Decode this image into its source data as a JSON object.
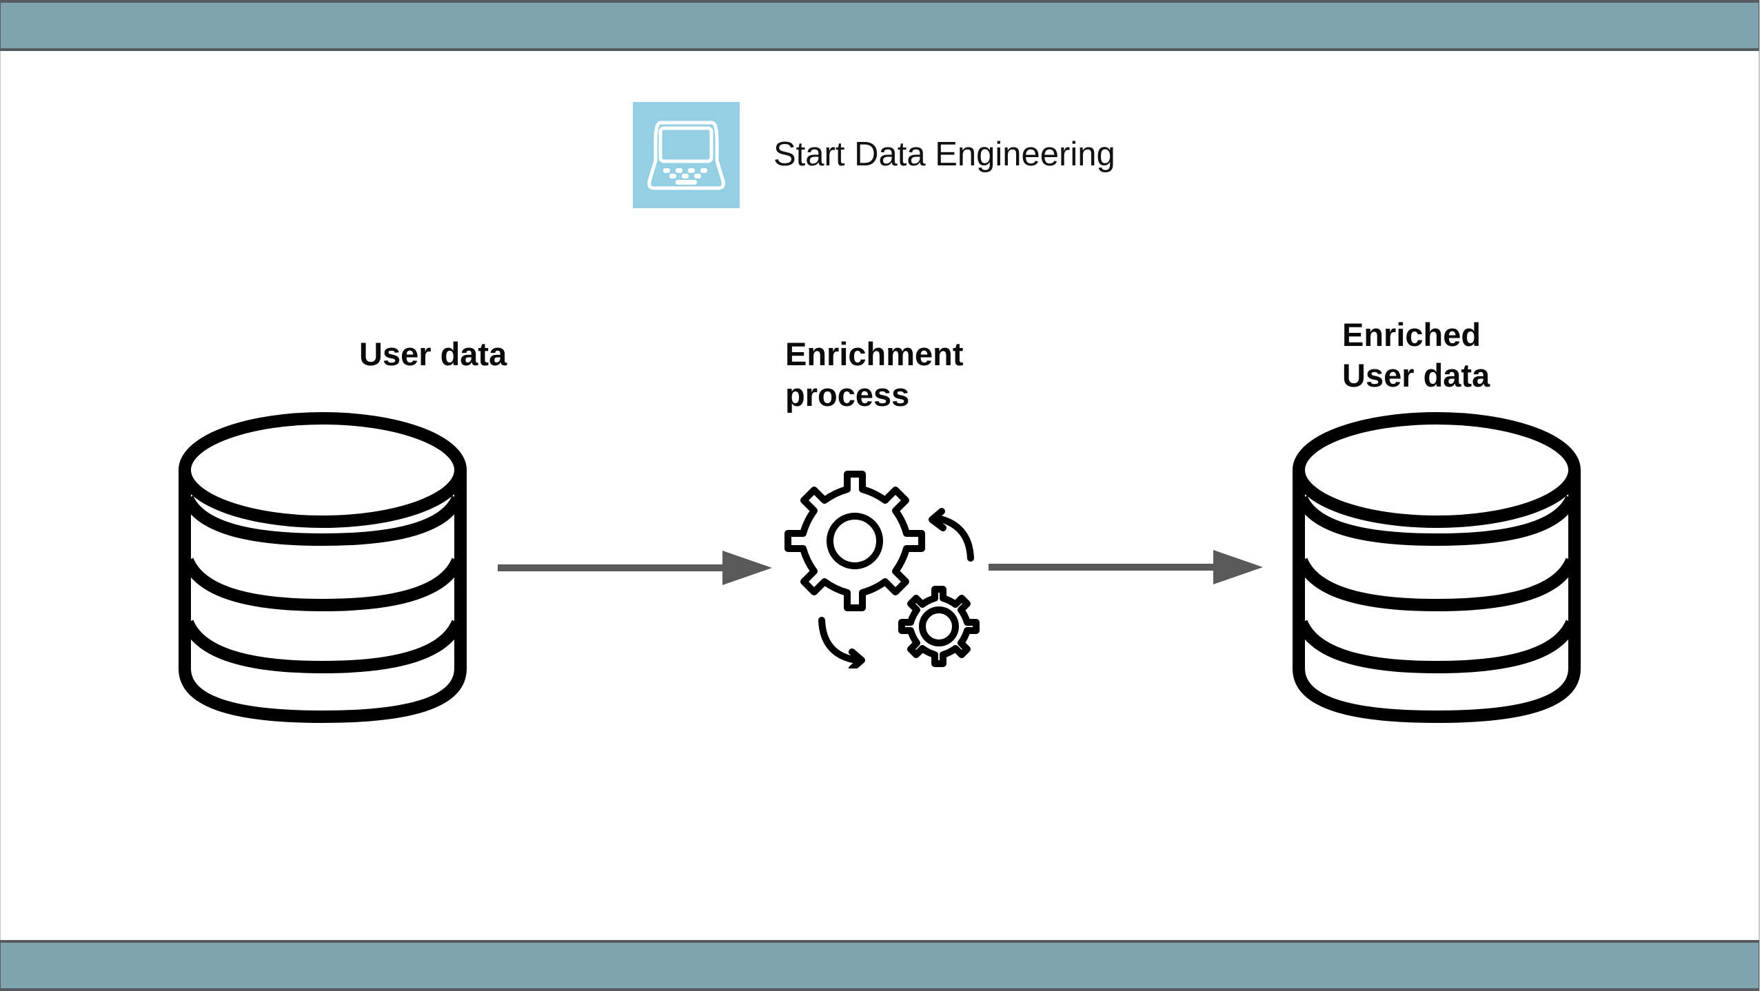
{
  "header": {
    "brand_title": "Start Data Engineering",
    "logo_icon": "laptop-icon"
  },
  "colors": {
    "band": "#7fa4ad",
    "band_border": "#555b5e",
    "logo_bg": "#94cfe3",
    "arrow": "#595959",
    "stroke": "#000000"
  },
  "diagram": {
    "nodes": [
      {
        "id": "source",
        "label_lines": [
          "User data"
        ],
        "icon": "database-icon"
      },
      {
        "id": "process",
        "label_lines": [
          "Enrichment",
          "process"
        ],
        "icon": "gears-icon"
      },
      {
        "id": "target",
        "label_lines": [
          "Enriched",
          "User data"
        ],
        "icon": "database-icon"
      }
    ],
    "edges": [
      {
        "from": "source",
        "to": "process"
      },
      {
        "from": "process",
        "to": "target"
      }
    ]
  }
}
